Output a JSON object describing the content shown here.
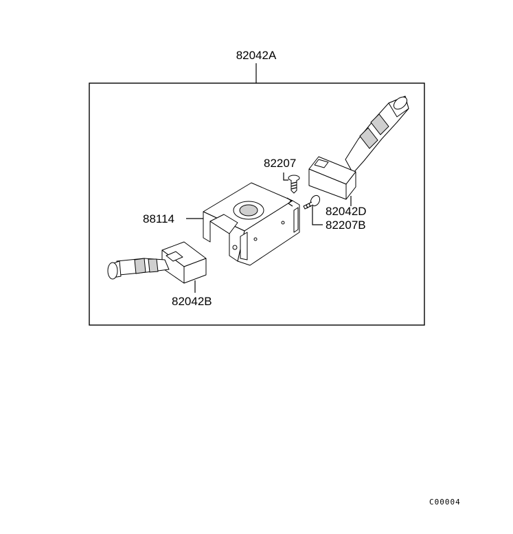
{
  "assembly_label": "82042A",
  "labels": {
    "screw_top": "82207",
    "right_switch": "82042D",
    "screw_right": "82207B",
    "bracket": "88114",
    "left_switch": "82042B"
  },
  "figure_code": "C00004",
  "colors": {
    "line": "#000000",
    "background": "#ffffff"
  }
}
